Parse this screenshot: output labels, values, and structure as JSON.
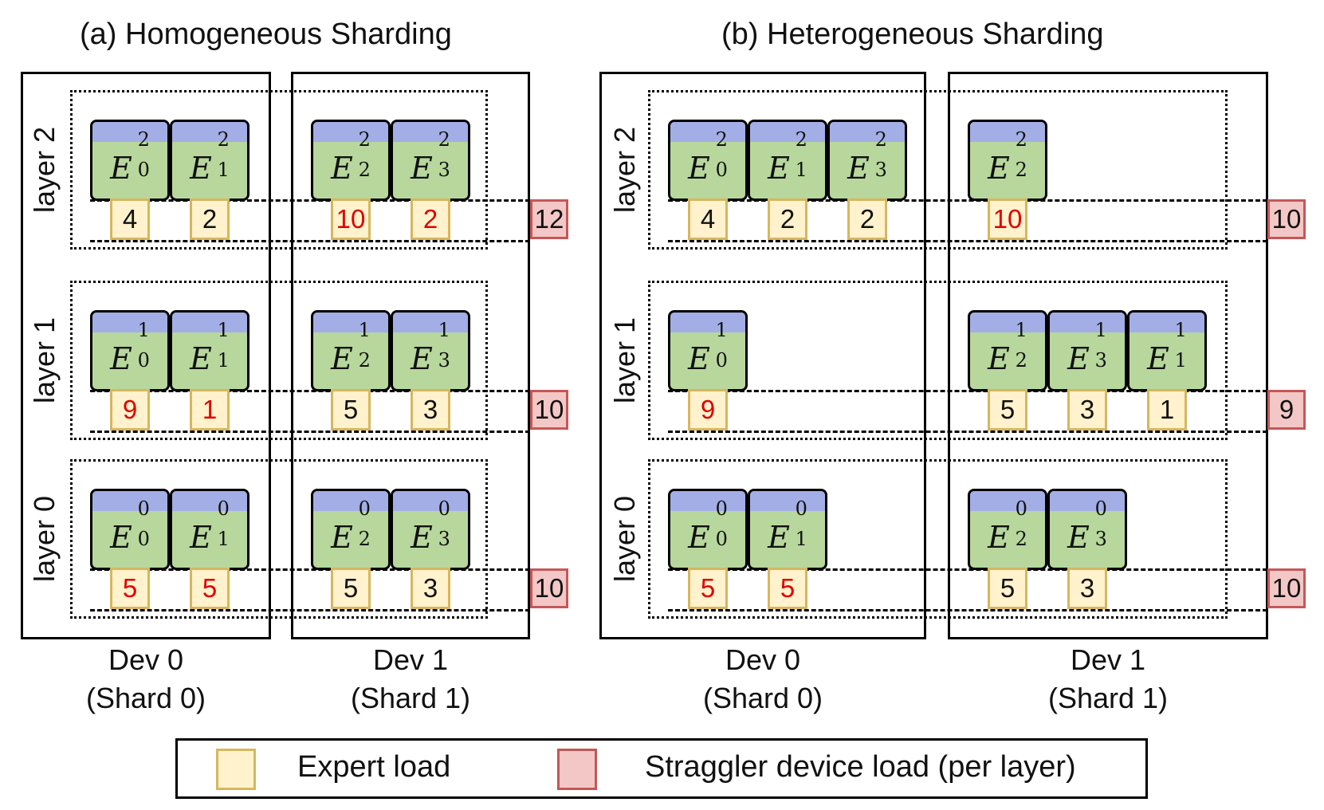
{
  "panels": [
    {
      "title": "(a) Homogeneous Sharding",
      "devices": [
        {
          "name": "Dev 0",
          "shard": "(Shard 0)"
        },
        {
          "name": "Dev 1",
          "shard": "(Shard 1)"
        }
      ],
      "layers": [
        {
          "label": "layer 2",
          "straggler": "12",
          "dev0": [
            {
              "i": "0",
              "l": "2",
              "load": "4",
              "hot": false
            },
            {
              "i": "1",
              "l": "2",
              "load": "2",
              "hot": false
            }
          ],
          "dev1": [
            {
              "i": "2",
              "l": "2",
              "load": "10",
              "hot": true
            },
            {
              "i": "3",
              "l": "2",
              "load": "2",
              "hot": true
            }
          ]
        },
        {
          "label": "layer 1",
          "straggler": "10",
          "dev0": [
            {
              "i": "0",
              "l": "1",
              "load": "9",
              "hot": true
            },
            {
              "i": "1",
              "l": "1",
              "load": "1",
              "hot": true
            }
          ],
          "dev1": [
            {
              "i": "2",
              "l": "1",
              "load": "5",
              "hot": false
            },
            {
              "i": "3",
              "l": "1",
              "load": "3",
              "hot": false
            }
          ]
        },
        {
          "label": "layer 0",
          "straggler": "10",
          "dev0": [
            {
              "i": "0",
              "l": "0",
              "load": "5",
              "hot": true
            },
            {
              "i": "1",
              "l": "0",
              "load": "5",
              "hot": true
            }
          ],
          "dev1": [
            {
              "i": "2",
              "l": "0",
              "load": "5",
              "hot": false
            },
            {
              "i": "3",
              "l": "0",
              "load": "3",
              "hot": false
            }
          ]
        }
      ]
    },
    {
      "title": "(b) Heterogeneous Sharding",
      "devices": [
        {
          "name": "Dev 0",
          "shard": "(Shard 0)"
        },
        {
          "name": "Dev 1",
          "shard": "(Shard 1)"
        }
      ],
      "layers": [
        {
          "label": "layer 2",
          "straggler": "10",
          "dev0": [
            {
              "i": "0",
              "l": "2",
              "load": "4",
              "hot": false
            },
            {
              "i": "1",
              "l": "2",
              "load": "2",
              "hot": false
            },
            {
              "i": "3",
              "l": "2",
              "load": "2",
              "hot": false
            }
          ],
          "dev1": [
            {
              "i": "2",
              "l": "2",
              "load": "10",
              "hot": true
            }
          ]
        },
        {
          "label": "layer 1",
          "straggler": "9",
          "dev0": [
            {
              "i": "0",
              "l": "1",
              "load": "9",
              "hot": true
            }
          ],
          "dev1": [
            {
              "i": "2",
              "l": "1",
              "load": "5",
              "hot": false
            },
            {
              "i": "3",
              "l": "1",
              "load": "3",
              "hot": false
            },
            {
              "i": "1",
              "l": "1",
              "load": "1",
              "hot": false
            }
          ]
        },
        {
          "label": "layer 0",
          "straggler": "10",
          "dev0": [
            {
              "i": "0",
              "l": "0",
              "load": "5",
              "hot": true
            },
            {
              "i": "1",
              "l": "0",
              "load": "5",
              "hot": true
            }
          ],
          "dev1": [
            {
              "i": "2",
              "l": "0",
              "load": "5",
              "hot": false
            },
            {
              "i": "3",
              "l": "0",
              "load": "3",
              "hot": false
            }
          ]
        }
      ]
    }
  ],
  "expert_symbol": "E",
  "colors": {
    "expert_body": "#b7d79c",
    "expert_band": "#a3aee6",
    "load_fill": "#fff2cc",
    "load_border": "#d7b65e",
    "straggler_fill": "#f4c7c7",
    "straggler_border": "#c45757",
    "hot_text": "#e00000"
  },
  "legend": {
    "expert_load": "Expert load",
    "straggler_load": "Straggler device load (per layer)"
  }
}
